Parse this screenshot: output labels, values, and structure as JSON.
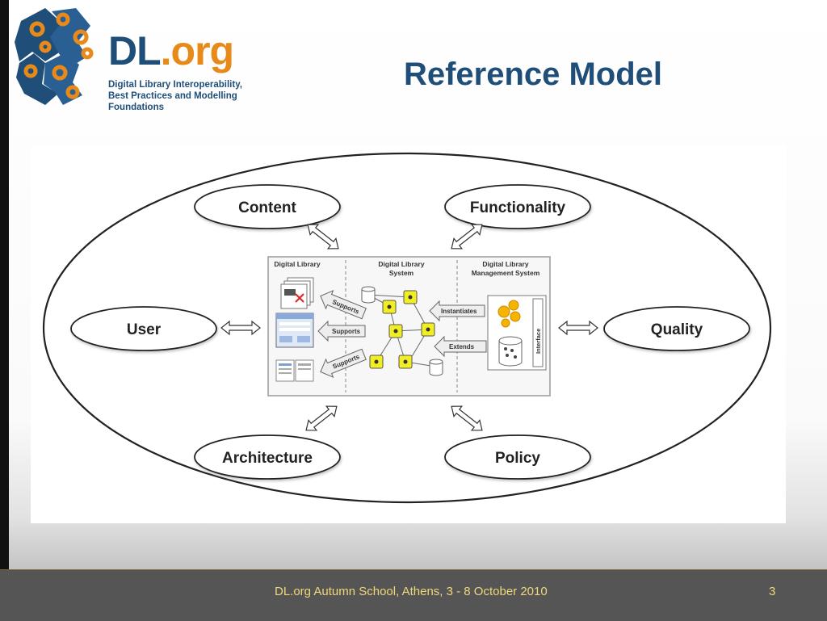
{
  "slide": {
    "title": "Reference Model",
    "footer": "DL.org Autumn School, Athens, 3 - 8 October 2010",
    "page_number": "3"
  },
  "logo": {
    "name_part1": "DL",
    "name_part2": ".org",
    "tagline_line1": "Digital Library Interoperability,",
    "tagline_line2": "Best Practices and Modelling Foundations"
  },
  "diagram": {
    "domains": {
      "content": "Content",
      "functionality": "Functionality",
      "user": "User",
      "quality": "Quality",
      "architecture": "Architecture",
      "policy": "Policy"
    },
    "panels": {
      "dl": "Digital Library",
      "dls_line1": "Digital Library",
      "dls_line2": "System",
      "dlms_line1": "Digital Library",
      "dlms_line2": "Management System"
    },
    "arrows": {
      "supports1": "Supports",
      "supports2": "Supports",
      "supports3": "Supports",
      "instantiates": "Instantiates",
      "extends": "Extends",
      "interface": "Interface"
    }
  },
  "colors": {
    "title": "#1f4e79",
    "logo_orange": "#e88a1a",
    "footer_bg": "#555555",
    "footer_text": "#f0d77a",
    "component_yellow": "#f2ee24"
  }
}
